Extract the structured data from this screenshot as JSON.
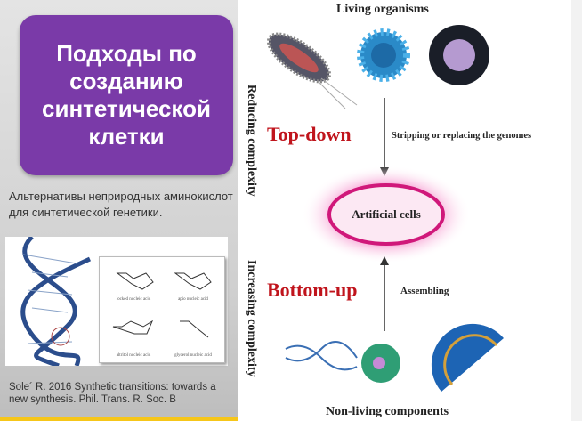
{
  "slide_title": "Подходы по созданию синтетической клетки",
  "caption": "Альтернативы неприродных аминокислот для синтетической генетики.",
  "figure_labels": [
    "locked nucleic acid",
    "apio nucleic acid",
    "altritol nucleic acid",
    "glycerol nucleic acid"
  ],
  "reference": "Sole´ R. 2016 Synthetic transitions: towards a new synthesis. Phil. Trans. R. Soc. B",
  "diagram": {
    "top_label": "Living organisms",
    "bottom_label": "Non-living components",
    "axis_top": "Reducing complexity",
    "axis_bottom": "Increasing complexity",
    "top_down": "Top-down",
    "bottom_up": "Bottom-up",
    "top_arrow_label": "Stripping or replacing the genomes",
    "bottom_arrow_label": "Assembling",
    "center": "Artificial cells"
  },
  "colors": {
    "title_box": "#7a3aa8",
    "accent_red": "#c0141c",
    "ring": "#d0187a",
    "yellow_line": "#f6c619"
  }
}
